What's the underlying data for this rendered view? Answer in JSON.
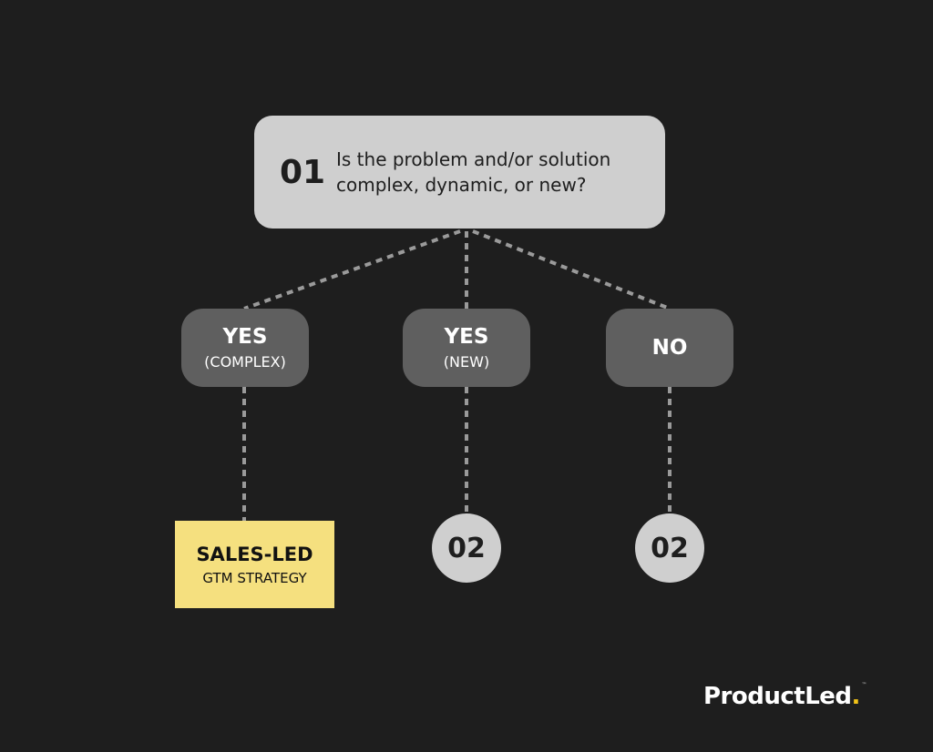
{
  "question": {
    "number": "01",
    "line1": "Is the problem and/or solution",
    "line2": "complex, dynamic, or new?"
  },
  "answers": [
    {
      "main": "YES",
      "sub": "(COMPLEX)"
    },
    {
      "main": "YES",
      "sub": "(NEW)"
    },
    {
      "main": "NO",
      "sub": ""
    }
  ],
  "result": {
    "main": "SALES-LED",
    "sub": "GTM STRATEGY"
  },
  "next_steps": [
    {
      "label": "02"
    },
    {
      "label": "02"
    }
  ],
  "brand": {
    "name": "ProductLed",
    "dot": ".",
    "tm": "™"
  },
  "colors": {
    "background": "#1e1e1e",
    "question_box": "#cfcfcf",
    "answer_pill": "#5f5f5f",
    "result_box": "#f5e07f",
    "connector": "#9a9a9a",
    "brand_dot": "#f2c318"
  }
}
